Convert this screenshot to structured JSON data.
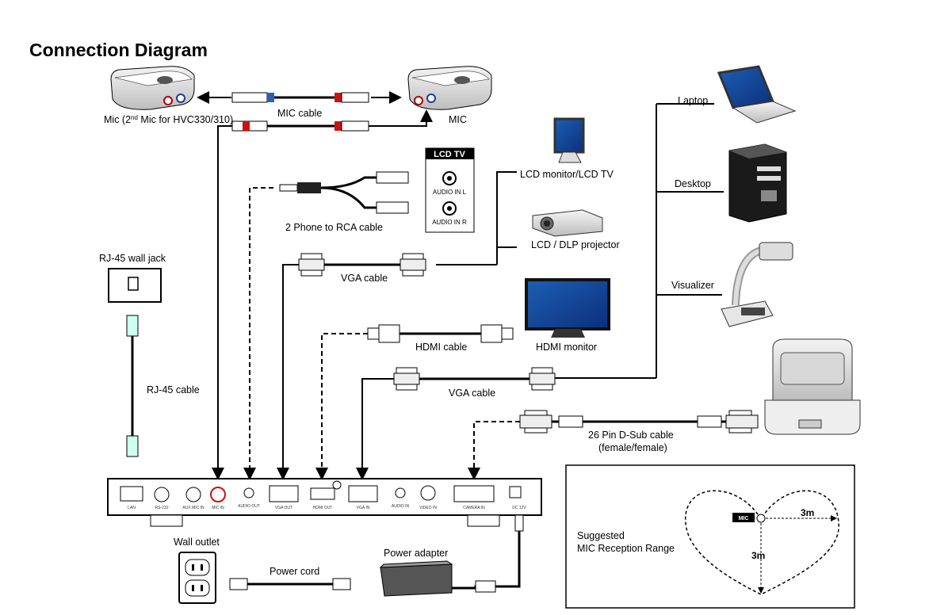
{
  "title": "Connection Diagram",
  "labels": {
    "mic_left": "Mic (2nd Mic for HVC330/310)",
    "mic_left_pre": "Mic (2",
    "mic_left_sup": "nd",
    "mic_left_post": " Mic for HVC330/310)",
    "mic_right": "MIC",
    "mic_cable": "MIC cable",
    "lcd_tv": "LCD TV",
    "audio_in_l": "AUDIO IN L",
    "audio_in_r": "AUDIO IN R",
    "phone_rca_cable": "2 Phone to RCA cable",
    "lcd_monitor": "LCD monitor/LCD TV",
    "projector": "LCD / DLP projector",
    "vga_cable_top": "VGA cable",
    "rj45_jack": "RJ-45 wall jack",
    "rj45_cable": "RJ-45 cable",
    "laptop": "Laptop",
    "desktop": "Desktop",
    "visualizer": "Visualizer",
    "hdmi_cable": "HDMI cable",
    "hdmi_monitor": "HDMI monitor",
    "vga_cable_bottom": "VGA cable",
    "dsub_cable_1": "26 Pin D-Sub cable",
    "dsub_cable_2": "(female/female)",
    "wall_outlet": "Wall outlet",
    "power_adapter": "Power adapter",
    "power_cord": "Power cord",
    "suggested_1": "Suggested",
    "suggested_2": "MIC Reception Range",
    "mic_badge": "MIC",
    "range_h": "3m",
    "range_v": "3m"
  },
  "ports": [
    "LAN",
    "RS-232",
    "AUX MIC IN",
    "MIC IN",
    "AUDIO OUT",
    "VGA OUT",
    "HDMI OUT",
    "VGA IN",
    "AUDIO IN",
    "VIDEO IN",
    "CAMERA IN",
    "DC 12V"
  ]
}
